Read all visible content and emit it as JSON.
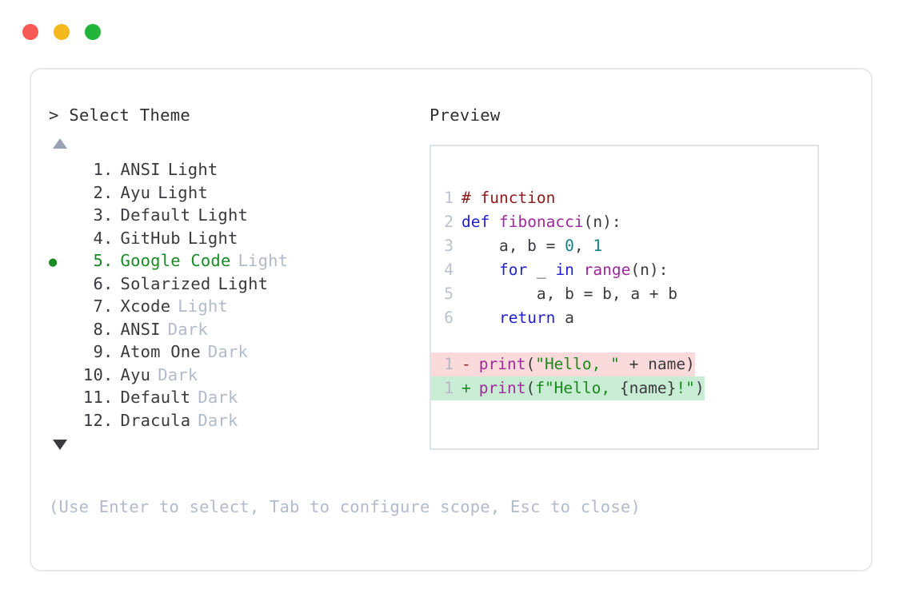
{
  "window": {
    "dots": [
      {
        "name": "close-dot",
        "color": "#f75a56"
      },
      {
        "name": "minimize-dot",
        "color": "#f5b920"
      },
      {
        "name": "maximize-dot",
        "color": "#22b53a"
      }
    ]
  },
  "selector": {
    "caret": ">",
    "prompt": "Select Theme",
    "scroll_up_icon": "triangle-up",
    "scroll_down_icon": "triangle-down",
    "selected_index": 5,
    "bullet": "●",
    "items": [
      {
        "index": "1",
        "dot": ".",
        "name": "ANSI",
        "variant": "Light",
        "variant_muted": false,
        "selected": false
      },
      {
        "index": "2",
        "dot": ".",
        "name": "Ayu",
        "variant": "Light",
        "variant_muted": false,
        "selected": false
      },
      {
        "index": "3",
        "dot": ".",
        "name": "Default",
        "variant": "Light",
        "variant_muted": false,
        "selected": false
      },
      {
        "index": "4",
        "dot": ".",
        "name": "GitHub",
        "variant": "Light",
        "variant_muted": false,
        "selected": false
      },
      {
        "index": "5",
        "dot": ".",
        "name": "Google Code",
        "variant": "Light",
        "variant_muted": true,
        "selected": true
      },
      {
        "index": "6",
        "dot": ".",
        "name": "Solarized",
        "variant": "Light",
        "variant_muted": false,
        "selected": false
      },
      {
        "index": "7",
        "dot": ".",
        "name": "Xcode",
        "variant": "Light",
        "variant_muted": true,
        "selected": false
      },
      {
        "index": "8",
        "dot": ".",
        "name": "ANSI",
        "variant": "Dark",
        "variant_muted": true,
        "selected": false
      },
      {
        "index": "9",
        "dot": ".",
        "name": "Atom One",
        "variant": "Dark",
        "variant_muted": true,
        "selected": false
      },
      {
        "index": "10",
        "dot": ".",
        "name": "Ayu",
        "variant": "Dark",
        "variant_muted": true,
        "selected": false
      },
      {
        "index": "11",
        "dot": ".",
        "name": "Default",
        "variant": "Dark",
        "variant_muted": true,
        "selected": false
      },
      {
        "index": "12",
        "dot": ".",
        "name": "Dracula",
        "variant": "Dark",
        "variant_muted": true,
        "selected": false
      }
    ]
  },
  "preview": {
    "label": "Preview",
    "code_lines": [
      {
        "ln": "1",
        "tokens": [
          {
            "t": "# function",
            "c": "tok-comment"
          }
        ]
      },
      {
        "ln": "2",
        "tokens": [
          {
            "t": "def ",
            "c": "tok-keyword"
          },
          {
            "t": "fibonacci",
            "c": "tok-func"
          },
          {
            "t": "(n):",
            "c": "tok-punct"
          }
        ]
      },
      {
        "ln": "3",
        "tokens": [
          {
            "t": "    a, b = ",
            "c": "tok-plain"
          },
          {
            "t": "0",
            "c": "tok-num"
          },
          {
            "t": ", ",
            "c": "tok-plain"
          },
          {
            "t": "1",
            "c": "tok-num"
          }
        ]
      },
      {
        "ln": "4",
        "tokens": [
          {
            "t": "    ",
            "c": "tok-plain"
          },
          {
            "t": "for",
            "c": "tok-keyword"
          },
          {
            "t": " _ ",
            "c": "tok-plain"
          },
          {
            "t": "in",
            "c": "tok-keyword"
          },
          {
            "t": " ",
            "c": "tok-plain"
          },
          {
            "t": "range",
            "c": "tok-func"
          },
          {
            "t": "(n):",
            "c": "tok-punct"
          }
        ]
      },
      {
        "ln": "5",
        "tokens": [
          {
            "t": "        a, b = b, a + b",
            "c": "tok-plain"
          }
        ]
      },
      {
        "ln": "6",
        "tokens": [
          {
            "t": "    ",
            "c": "tok-plain"
          },
          {
            "t": "return",
            "c": "tok-keyword"
          },
          {
            "t": " a",
            "c": "tok-plain"
          }
        ]
      }
    ],
    "diff_lines": [
      {
        "ln": "1",
        "sign": "-",
        "kind": "del",
        "tokens": [
          {
            "t": "print",
            "c": "tok-func"
          },
          {
            "t": "(",
            "c": "tok-punct"
          },
          {
            "t": "\"Hello, \"",
            "c": "tok-string"
          },
          {
            "t": " + name)",
            "c": "tok-plain"
          }
        ]
      },
      {
        "ln": "1",
        "sign": "+",
        "kind": "add",
        "tokens": [
          {
            "t": "print",
            "c": "tok-func"
          },
          {
            "t": "(",
            "c": "tok-punct"
          },
          {
            "t": "f\"Hello, ",
            "c": "tok-string"
          },
          {
            "t": "{name}",
            "c": "tok-plain"
          },
          {
            "t": "!\"",
            "c": "tok-string"
          },
          {
            "t": ")",
            "c": "tok-punct"
          }
        ]
      }
    ],
    "colors": {
      "diff_delete_bg": "#fadada",
      "diff_add_bg": "#c9ecd5",
      "comment": "#8c1a1a",
      "keyword": "#2222cc",
      "function": "#a0299c",
      "number": "#14807f",
      "string": "#1a8a1a",
      "line_number": "#bcc2cc"
    }
  },
  "hint": "(Use Enter to select, Tab to configure scope, Esc to close)"
}
